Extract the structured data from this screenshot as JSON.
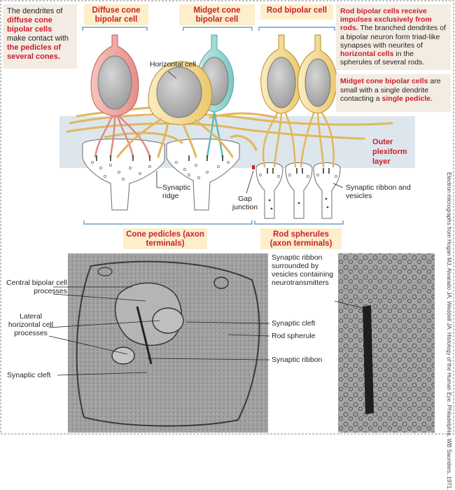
{
  "notes": {
    "diffuse": {
      "parts": [
        "The dendrites of ",
        "diffuse cone bipolar cells",
        " make contact with ",
        "the pedicles of several cones."
      ]
    },
    "rod": {
      "lead": "Rod bipolar cells receive impulses exclusively from rods.",
      "parts": [
        " The branched dendrites of a bipolar neuron form triad-like synapses with neurites of ",
        "horizontal cells",
        " in the spherules of several rods."
      ]
    },
    "midget": {
      "parts": [
        "Midget cone bipolar cells",
        " are small with a single dendrite contacting a ",
        "single pedicle",
        "."
      ]
    }
  },
  "headers": {
    "diffuse": "Diffuse cone bipolar cell",
    "midget": "Midget cone bipolar cell",
    "rod": "Rod bipolar cell",
    "cone_pedicles": "Cone pedicles (axon terminals)",
    "rod_spherules": "Rod spherules (axon terminals)"
  },
  "labels": {
    "horizontal_cell": "Horizontal cell",
    "outer_plexiform": "Outer plexiform layer",
    "synaptic_ridge": "Synaptic ridge",
    "gap_junction": "Gap junction",
    "synaptic_ribbon_vesicles": "Synaptic ribbon and vesicles",
    "central_bipolar": "Central bipolar cell processes",
    "lateral_horizontal": "Lateral horizontal cell processes",
    "synaptic_cleft_left": "Synaptic cleft",
    "synaptic_cleft_right": "Synaptic cleft",
    "rod_spherule": "Rod spherule",
    "synaptic_ribbon": "Synaptic ribbon",
    "ribbon_surrounded": "Synaptic ribbon surrounded by vesicles containing neurotransmitters"
  },
  "credit": "Electron micrographs from Hogan MJ, Alvarado JA, Weddell JA: Histology of the Human Eye. Philadelphia, WB Saunders, 1971.",
  "colors": {
    "accent_red": "#c8202f",
    "header_bg": "#fcefc9",
    "note_bg": "#f3ece2",
    "plexiform_band": "#dde6ec",
    "dendrite_gold": "#e9c268",
    "nucleus_gray": "#b8b8b8",
    "bracket_blue": "#6e9fc7"
  }
}
